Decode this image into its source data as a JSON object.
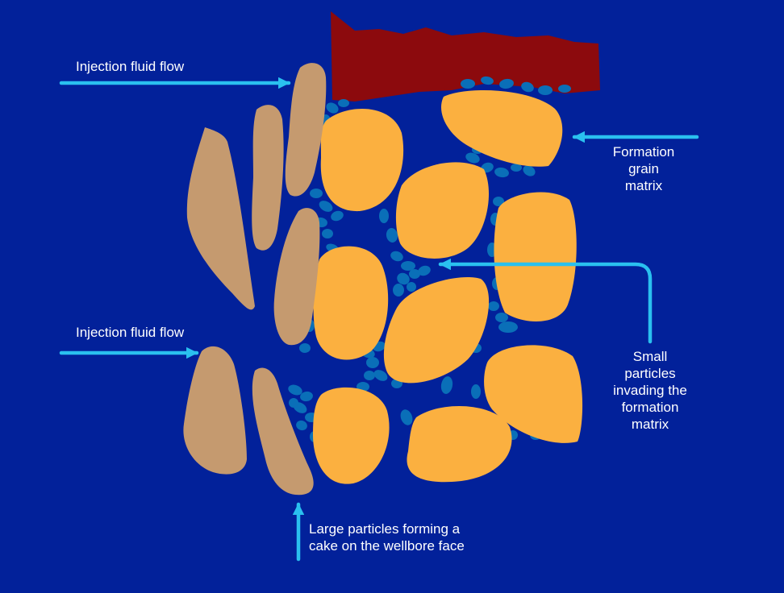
{
  "colors": {
    "background": "#02219a",
    "wellbore_cake": "#c59a6f",
    "formation_grain": "#fbb040",
    "small_particle": "#0a6fb8",
    "barrier": "#8c0a0d",
    "arrow": "#2ac0ef",
    "text": "#ffffff"
  },
  "labels": {
    "injection_top": "Injection fluid flow",
    "injection_bottom": "Injection fluid flow",
    "formation": [
      "Formation",
      "grain",
      "matrix"
    ],
    "small_particles": [
      "Small",
      "particles",
      "invading the",
      "formation",
      "matrix"
    ],
    "large_particles": [
      "Large particles forming a",
      "cake on the wellbore face"
    ]
  }
}
